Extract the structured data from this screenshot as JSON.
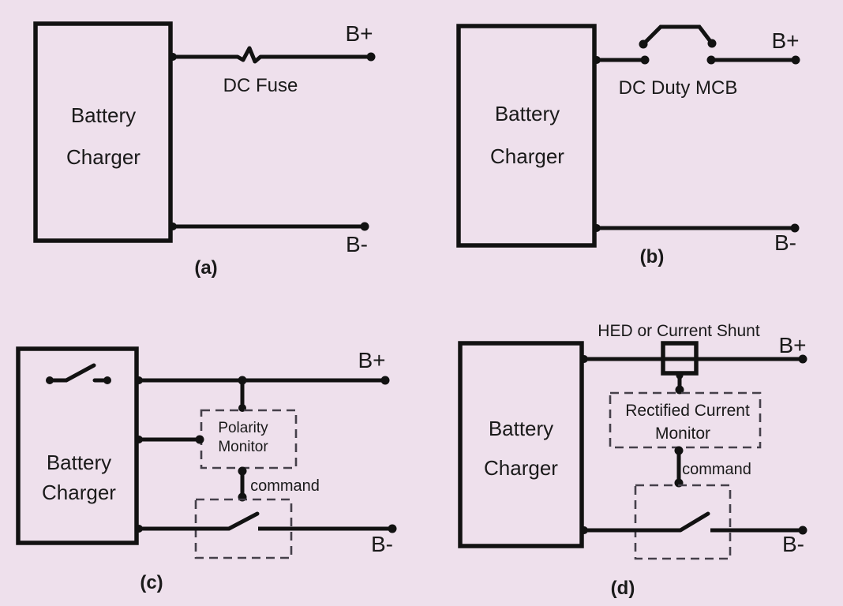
{
  "colors": {
    "background": "#eee0ec",
    "line": "#121212",
    "dashed_line": "#45404a",
    "text": "#1a1a1a"
  },
  "diagrams": {
    "a": {
      "caption": "(a)",
      "box_line1": "Battery",
      "box_line2": "Charger",
      "component_label": "DC Fuse",
      "b_plus": "B+",
      "b_minus": "B-"
    },
    "b": {
      "caption": "(b)",
      "box_line1": "Battery",
      "box_line2": "Charger",
      "component_label": "DC Duty MCB",
      "b_plus": "B+",
      "b_minus": "B-"
    },
    "c": {
      "caption": "(c)",
      "box_line1": "Battery",
      "box_line2": "Charger",
      "monitor_line1": "Polarity",
      "monitor_line2": "Monitor",
      "command_label": "command",
      "b_plus": "B+",
      "b_minus": "B-"
    },
    "d": {
      "caption": "(d)",
      "box_line1": "Battery",
      "box_line2": "Charger",
      "shunt_label": "HED or Current Shunt",
      "monitor_line1": "Rectified Current",
      "monitor_line2": "Monitor",
      "command_label": "command",
      "b_plus": "B+",
      "b_minus": "B-"
    }
  }
}
